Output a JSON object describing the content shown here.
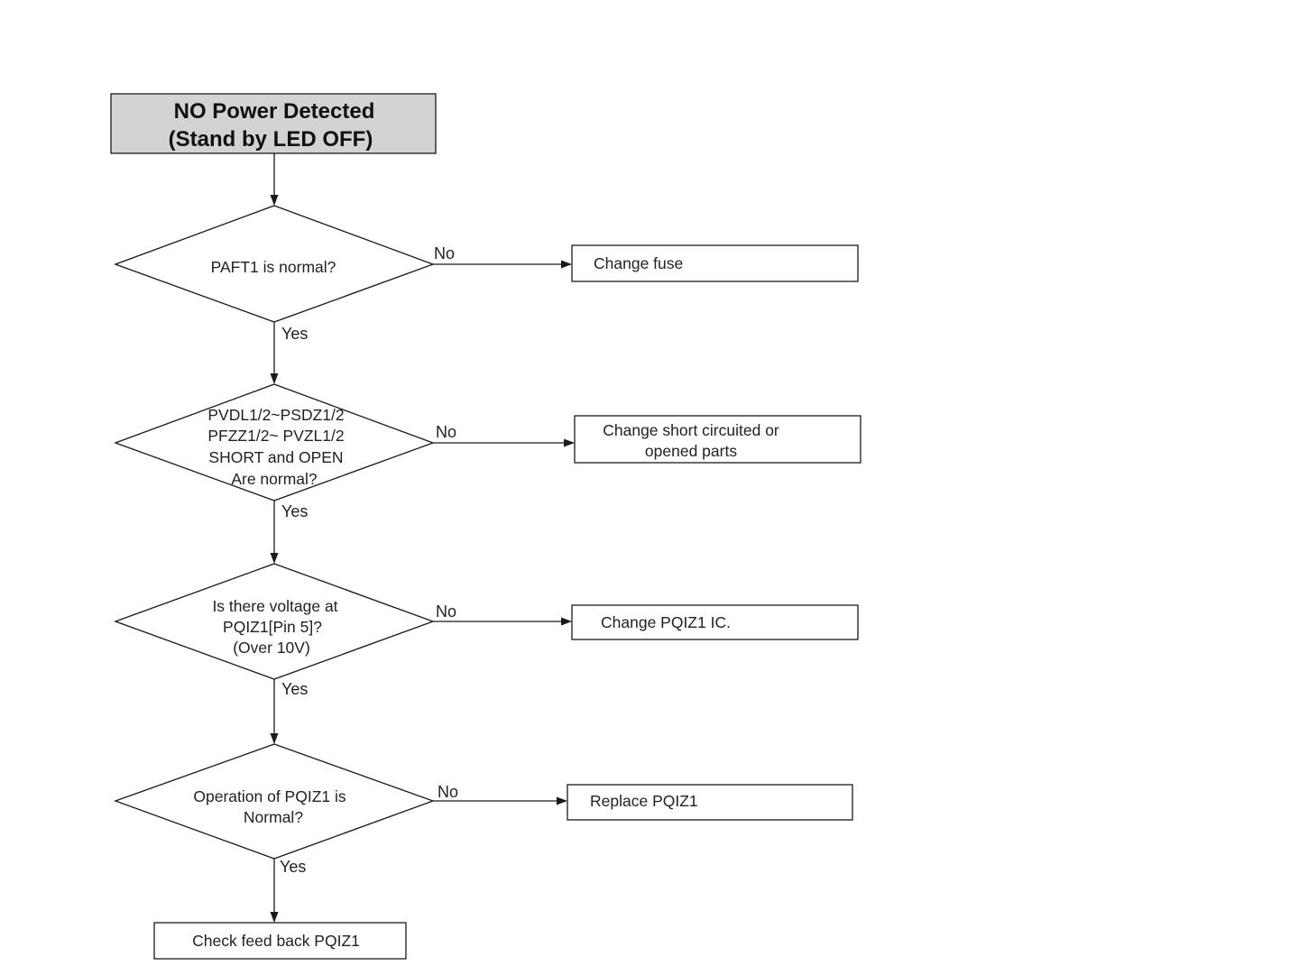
{
  "start": {
    "line1": "NO Power Detected",
    "line2": "(Stand by LED OFF)"
  },
  "decisions": [
    {
      "lines": [
        "PAFT1 is normal?"
      ]
    },
    {
      "lines": [
        "PVDL1/2~PSDZ1/2",
        "PFZZ1/2~ PVZL1/2",
        "SHORT and OPEN",
        "Are normal?"
      ]
    },
    {
      "lines": [
        "Is there voltage at",
        "PQIZ1[Pin 5]?",
        "(Over 10V)"
      ]
    },
    {
      "lines": [
        "Operation of PQIZ1 is",
        "Normal?"
      ]
    }
  ],
  "actions": [
    {
      "lines": [
        "Change fuse"
      ]
    },
    {
      "lines": [
        "Change short circuited or",
        "opened parts"
      ]
    },
    {
      "lines": [
        "Change PQIZ1 IC."
      ]
    },
    {
      "lines": [
        "Replace PQIZ1"
      ]
    }
  ],
  "end": {
    "label": "Check feed back PQIZ1"
  },
  "edge_labels": {
    "no": "No",
    "yes": "Yes"
  }
}
